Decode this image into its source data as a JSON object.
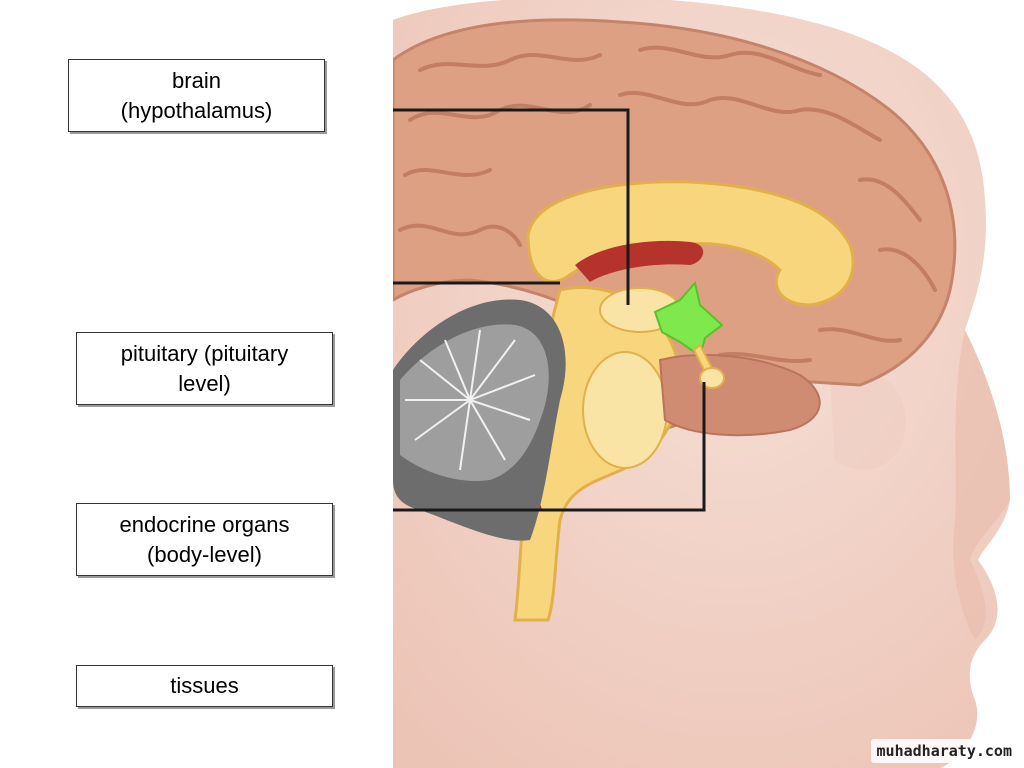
{
  "labels": {
    "brain": "brain\n(hypothalamus)",
    "pituitary": "pituitary (pituitary\nlevel)",
    "endocrine": "endocrine organs\n(body-level)",
    "tissues": "tissues"
  },
  "watermark": "muhadharaty.com",
  "colors": {
    "skin": "#f3d6cc",
    "cerebrum": "#dea083",
    "white_matter": "#f7d67e",
    "cerebellum": "#8c8c8c",
    "hypothalamus_highlight": "#7ee84c",
    "leader_lines": "#1a1a1a"
  }
}
